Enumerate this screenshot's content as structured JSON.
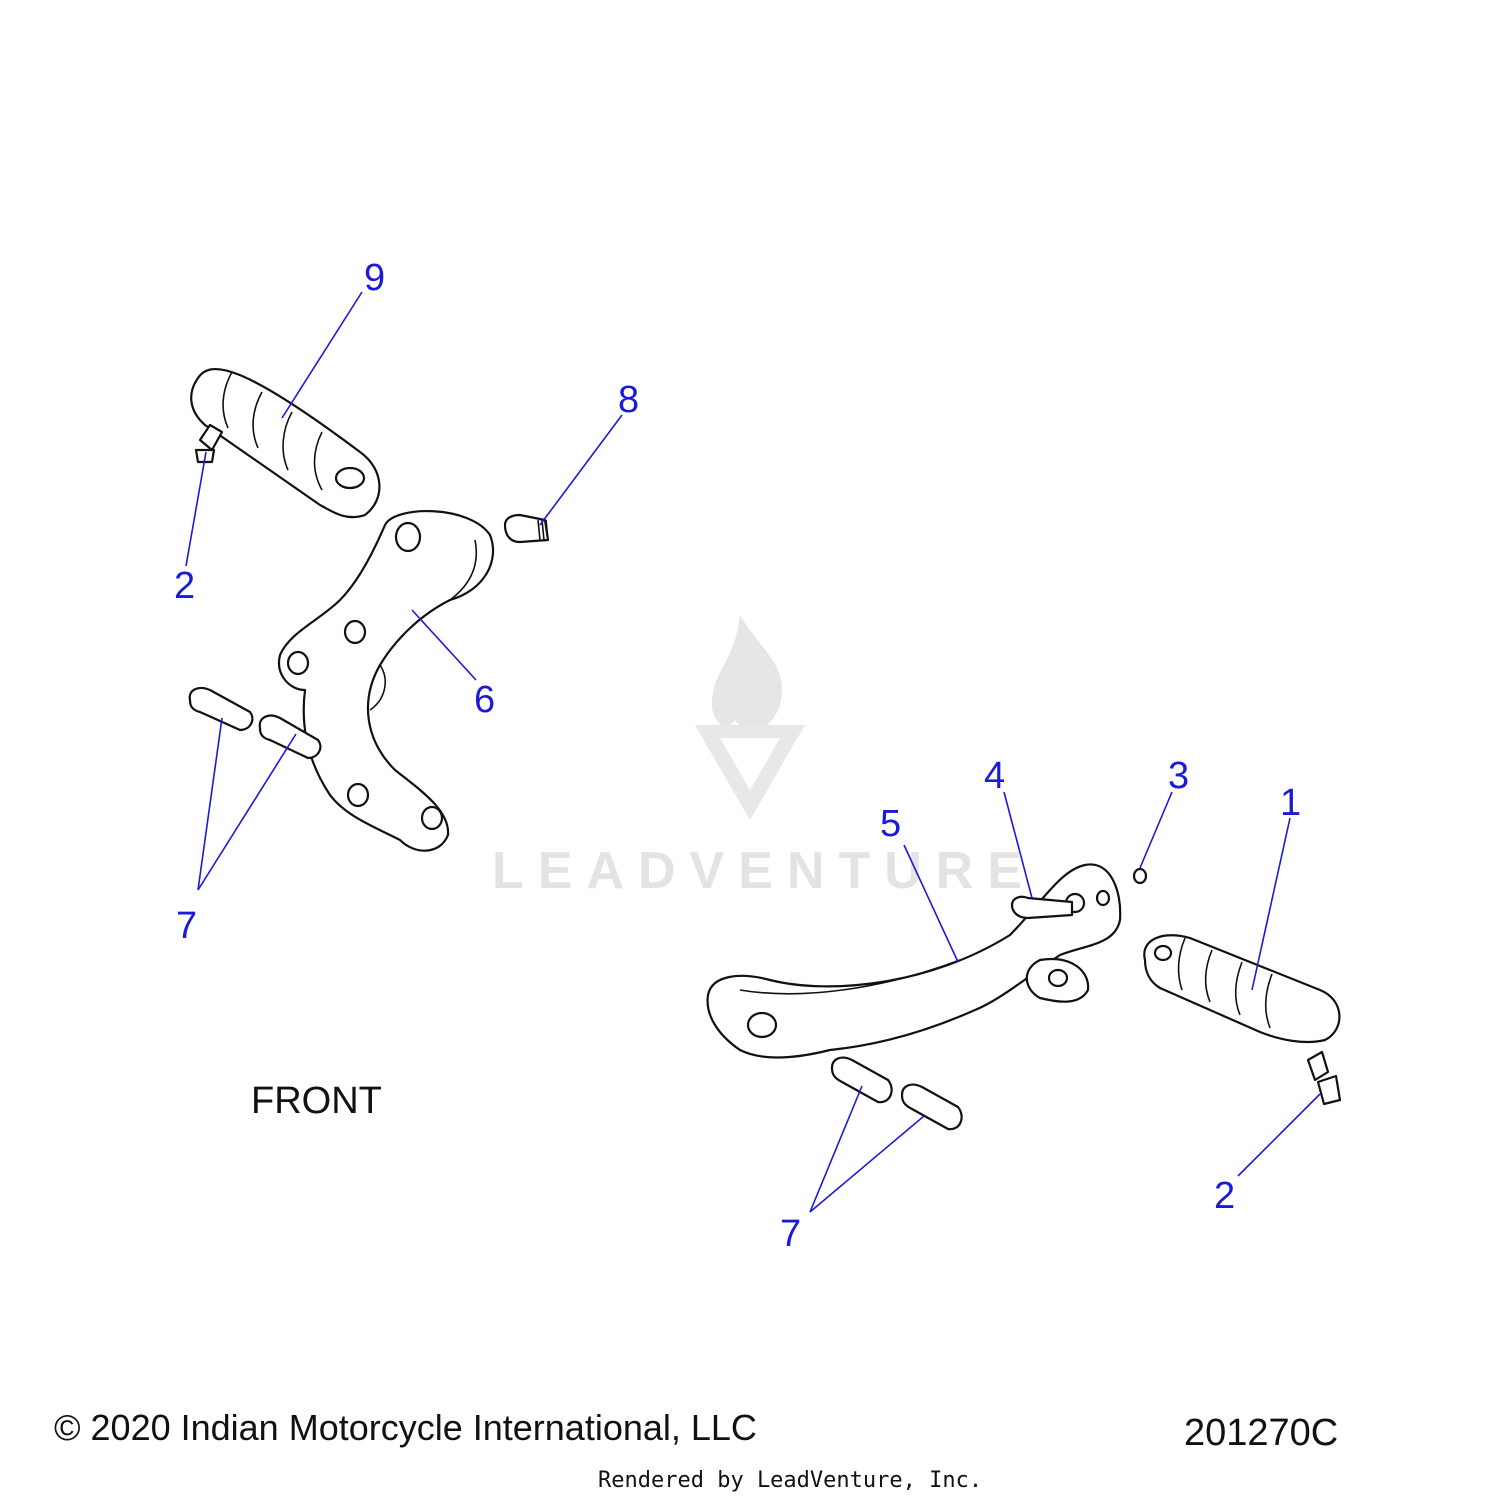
{
  "watermark": {
    "text": "LEADVENTURE"
  },
  "labels": {
    "front": "FRONT",
    "copyright": "© 2020 Indian Motorcycle International, LLC",
    "diagram_number": "201270C",
    "rendered_by": "Rendered by LeadVenture, Inc."
  },
  "callouts": [
    {
      "id": "c9",
      "text": "9"
    },
    {
      "id": "c8",
      "text": "8"
    },
    {
      "id": "c2a",
      "text": "2"
    },
    {
      "id": "c6",
      "text": "6"
    },
    {
      "id": "c7a",
      "text": "7"
    },
    {
      "id": "c4",
      "text": "4"
    },
    {
      "id": "c3",
      "text": "3"
    },
    {
      "id": "c1",
      "text": "1"
    },
    {
      "id": "c5",
      "text": "5"
    },
    {
      "id": "c7b",
      "text": "7"
    },
    {
      "id": "c2b",
      "text": "2"
    }
  ],
  "colors": {
    "callout": "#1a1adb",
    "line": "#111111",
    "watermark": "#e3e3e3"
  }
}
